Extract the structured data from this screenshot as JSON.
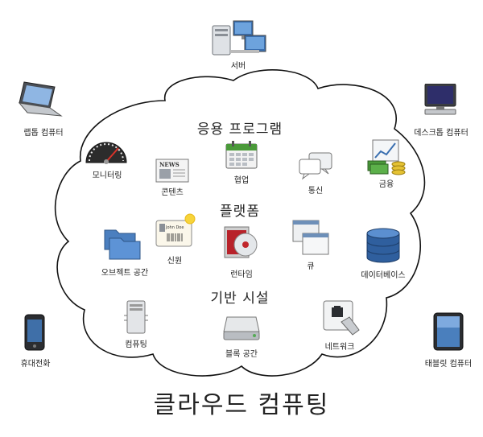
{
  "title": "클라우드 컴퓨팅",
  "sections": {
    "application": "응용 프로그램",
    "platform": "플랫폼",
    "infrastructure": "기반 시설"
  },
  "outside_devices": {
    "server": "서버",
    "laptop": "랩톱 컴퓨터",
    "desktop": "데스크톱 컴퓨터",
    "phone": "휴대전화",
    "tablet": "태블릿 컴퓨터"
  },
  "application_items": {
    "monitoring": "모니터링",
    "content": "콘텐츠",
    "collaboration": "협업",
    "communication": "통신",
    "finance": "금융"
  },
  "platform_items": {
    "object_storage": "오브젝트 공간",
    "identity": "신원",
    "runtime": "런타임",
    "queue": "큐",
    "database": "데이터베이스"
  },
  "infrastructure_items": {
    "compute": "컴퓨팅",
    "block_storage": "블록 공간",
    "network": "네트워크"
  },
  "icon_text": {
    "news": "NEWS",
    "id_name": "John Doe"
  },
  "colors": {
    "cloud_stroke": "#111111",
    "icon_gray": "#8a8f96",
    "icon_blue": "#3a6fb0",
    "icon_red": "#c0262b",
    "icon_green": "#4a9a3a"
  }
}
